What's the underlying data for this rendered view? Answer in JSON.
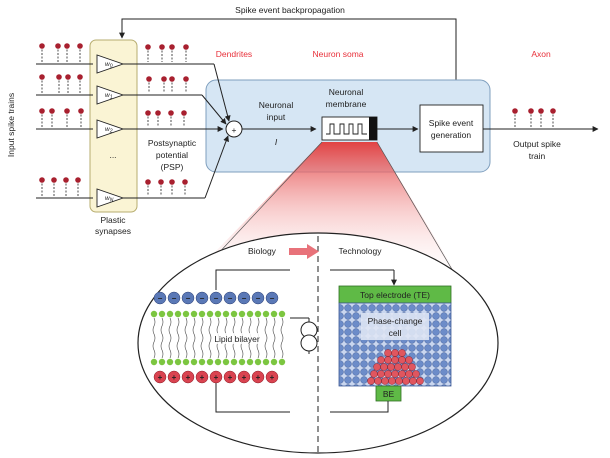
{
  "colors": {
    "soma_fill": "#d6e6f4",
    "soma_stroke": "#7f9fbe",
    "synapse_fill": "#faf4d4",
    "synapse_stroke": "#b7ad6f",
    "red_label": "#e8303a",
    "spike_head": "#a8202f",
    "negative_ion": "#5a78b6",
    "positive_ion": "#d94350",
    "lipid_head": "#7cc640",
    "electrode_green": "#5fba46",
    "pcm_blue": "#6c8cc9",
    "pcm_red": "#e0565f"
  },
  "labels": {
    "backprop": "Spike event backpropagation",
    "input_trains": "Input spike trains",
    "dendrites": "Dendrites",
    "soma": "Neuron soma",
    "axon": "Axon",
    "neuronal_input_1": "Neuronal",
    "neuronal_input_2": "input",
    "input_symbol": "I",
    "membrane_1": "Neuronal",
    "membrane_2": "membrane",
    "psp_1": "Postsynaptic",
    "psp_2": "potential",
    "psp_3": "(PSP)",
    "spike_gen_1": "Spike event",
    "spike_gen_2": "generation",
    "output_1": "Output spike",
    "output_2": "train",
    "plastic_1": "Plastic",
    "plastic_2": "synapses",
    "sum_symbol": "+",
    "dots": "...",
    "biology": "Biology",
    "technology": "Technology",
    "lipid": "Lipid bilayer",
    "top_electrode": "Top electrode (TE)",
    "pcm_1": "Phase-change",
    "pcm_2": "cell",
    "be": "BE",
    "neg_ion": "−",
    "pos_ion": "+"
  },
  "weights": [
    {
      "w": "w",
      "sub": "0"
    },
    {
      "w": "w",
      "sub": "1"
    },
    {
      "w": "w",
      "sub": "2"
    },
    {
      "w": "w",
      "sub": "N"
    }
  ]
}
